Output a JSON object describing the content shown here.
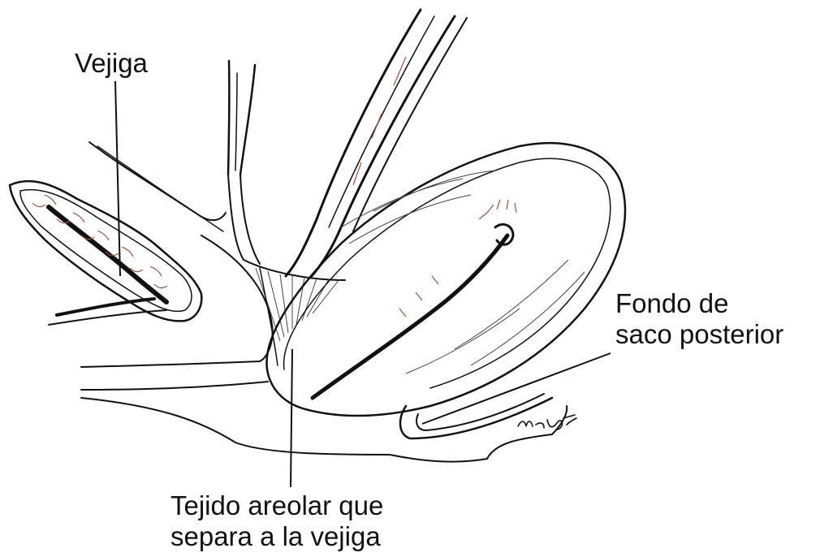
{
  "labels": {
    "bladder": "Vejiga",
    "posterior_fornix_line1": "Fondo de",
    "posterior_fornix_line2": "saco posterior",
    "areolar_line1": "Tejido areolar que",
    "areolar_line2": "separa a la vejiga"
  },
  "signature": "m.flores",
  "colors": {
    "ink": "#111111",
    "accent": "#a0503c",
    "background": "#ffffff"
  }
}
